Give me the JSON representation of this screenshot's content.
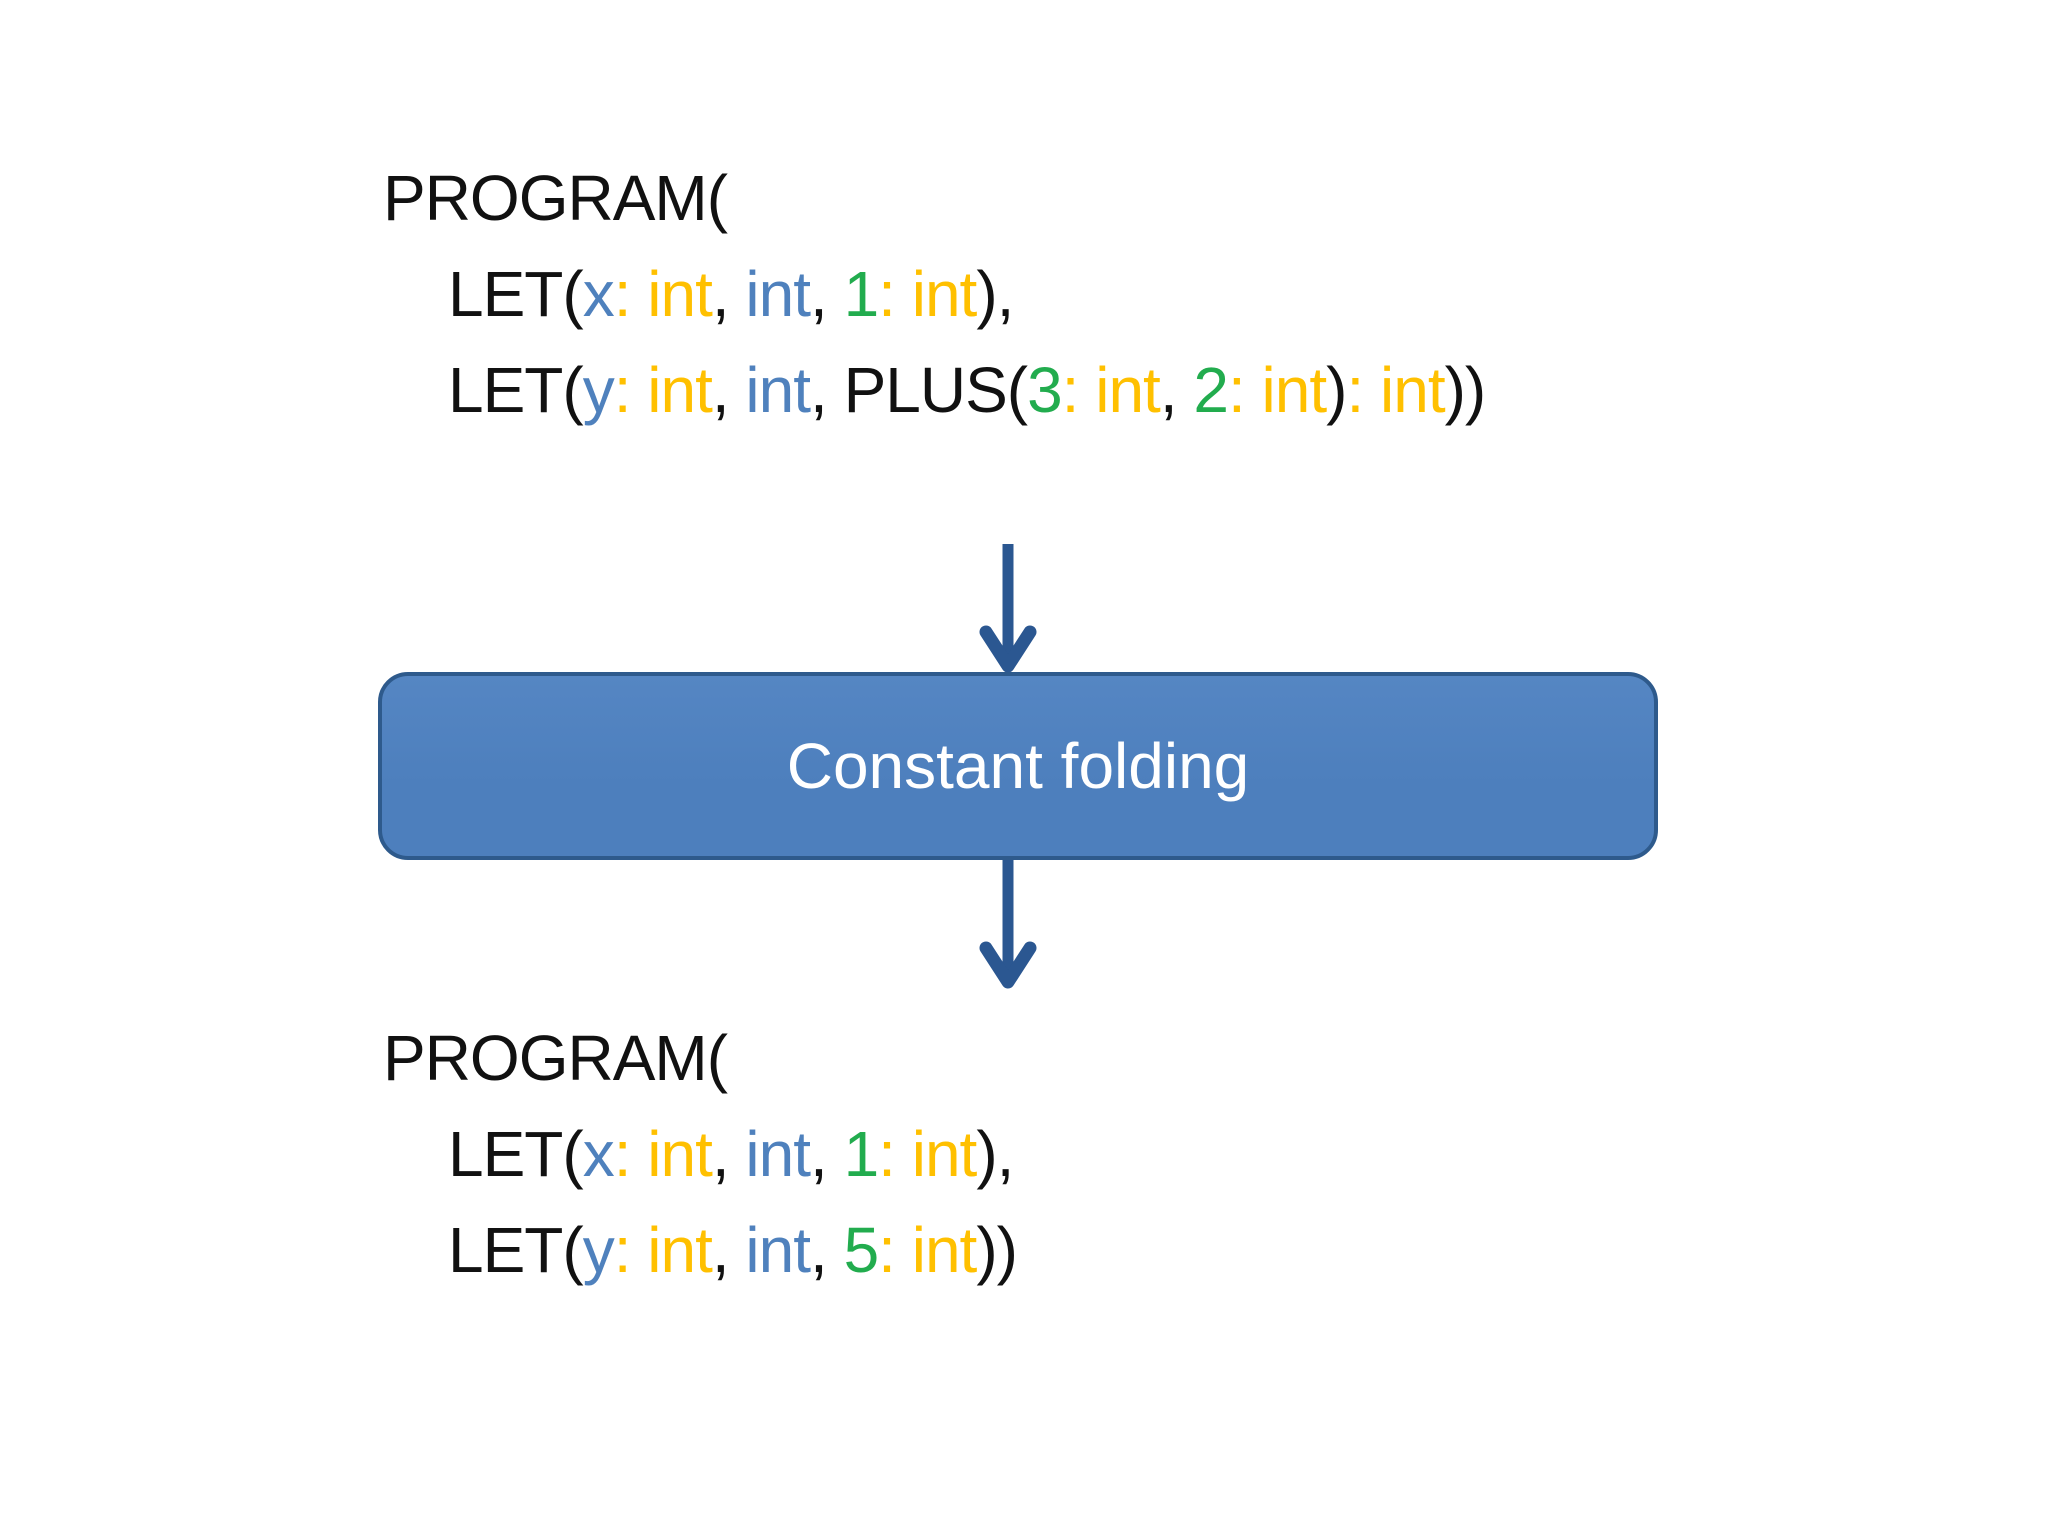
{
  "box": {
    "label": "Constant folding"
  },
  "colors": {
    "background": "#ffffff",
    "black": "#111111",
    "blue": "#4f81bd",
    "orange": "#ffc000",
    "green": "#22ac4e",
    "box_fill": "#4d7fbd",
    "box_fill_light": "#5586c3",
    "box_border": "#2e5a8c",
    "box_text": "#ffffff",
    "arrow": "#2b5791"
  },
  "code_before": {
    "lines": [
      {
        "indent": 0,
        "tokens": [
          {
            "text": "PROGRAM(",
            "color": "black"
          }
        ]
      },
      {
        "indent": 1,
        "tokens": [
          {
            "text": "LET(",
            "color": "black"
          },
          {
            "text": "x",
            "color": "blue"
          },
          {
            "text": ": ",
            "color": "orange"
          },
          {
            "text": "int",
            "color": "orange"
          },
          {
            "text": ", ",
            "color": "black"
          },
          {
            "text": "int",
            "color": "blue"
          },
          {
            "text": ", ",
            "color": "black"
          },
          {
            "text": "1",
            "color": "green"
          },
          {
            "text": ": ",
            "color": "orange"
          },
          {
            "text": "int",
            "color": "orange"
          },
          {
            "text": "),",
            "color": "black"
          }
        ]
      },
      {
        "indent": 1,
        "tokens": [
          {
            "text": "LET(",
            "color": "black"
          },
          {
            "text": "y",
            "color": "blue"
          },
          {
            "text": ": ",
            "color": "orange"
          },
          {
            "text": "int",
            "color": "orange"
          },
          {
            "text": ", ",
            "color": "black"
          },
          {
            "text": "int",
            "color": "blue"
          },
          {
            "text": ", ",
            "color": "black"
          },
          {
            "text": "PLUS(",
            "color": "black"
          },
          {
            "text": "3",
            "color": "green"
          },
          {
            "text": ": ",
            "color": "orange"
          },
          {
            "text": "int",
            "color": "orange"
          },
          {
            "text": ", ",
            "color": "black"
          },
          {
            "text": "2",
            "color": "green"
          },
          {
            "text": ": ",
            "color": "orange"
          },
          {
            "text": "int",
            "color": "orange"
          },
          {
            "text": ")",
            "color": "black"
          },
          {
            "text": ": ",
            "color": "orange"
          },
          {
            "text": "int",
            "color": "orange"
          },
          {
            "text": "))",
            "color": "black"
          }
        ]
      }
    ]
  },
  "code_after": {
    "lines": [
      {
        "indent": 0,
        "tokens": [
          {
            "text": "PROGRAM(",
            "color": "black"
          }
        ]
      },
      {
        "indent": 1,
        "tokens": [
          {
            "text": "LET(",
            "color": "black"
          },
          {
            "text": "x",
            "color": "blue"
          },
          {
            "text": ": ",
            "color": "orange"
          },
          {
            "text": "int",
            "color": "orange"
          },
          {
            "text": ", ",
            "color": "black"
          },
          {
            "text": "int",
            "color": "blue"
          },
          {
            "text": ", ",
            "color": "black"
          },
          {
            "text": "1",
            "color": "green"
          },
          {
            "text": ": ",
            "color": "orange"
          },
          {
            "text": "int",
            "color": "orange"
          },
          {
            "text": "),",
            "color": "black"
          }
        ]
      },
      {
        "indent": 1,
        "tokens": [
          {
            "text": "LET(",
            "color": "black"
          },
          {
            "text": "y",
            "color": "blue"
          },
          {
            "text": ": ",
            "color": "orange"
          },
          {
            "text": "int",
            "color": "orange"
          },
          {
            "text": ", ",
            "color": "black"
          },
          {
            "text": "int",
            "color": "blue"
          },
          {
            "text": ", ",
            "color": "black"
          },
          {
            "text": "5",
            "color": "green"
          },
          {
            "text": ": ",
            "color": "orange"
          },
          {
            "text": "int",
            "color": "orange"
          },
          {
            "text": "))",
            "color": "black"
          }
        ]
      }
    ]
  }
}
